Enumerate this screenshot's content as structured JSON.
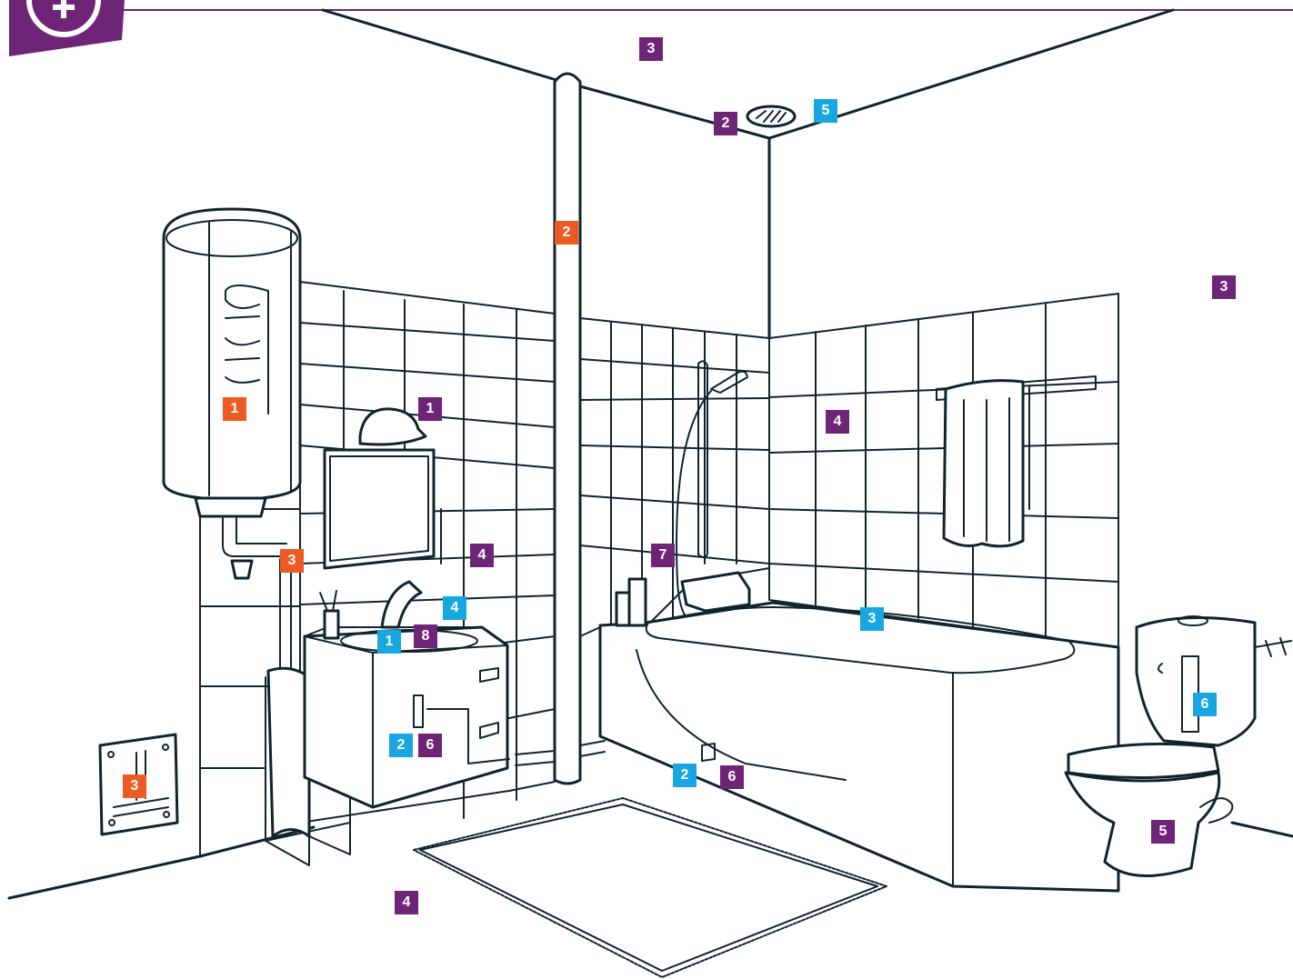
{
  "colors": {
    "line": "#10242e",
    "purple": "#6e2577",
    "orange": "#ee5a24",
    "blue": "#17a6e0",
    "white": "#ffffff"
  },
  "header": {
    "badge_icon": "plus-circle-icon"
  },
  "markers": {
    "purple": [
      {
        "id": "p3-ceiling",
        "label": "3"
      },
      {
        "id": "p2-ceiling",
        "label": "2"
      },
      {
        "id": "p3-right-wall",
        "label": "3"
      },
      {
        "id": "p1-lamp",
        "label": "1"
      },
      {
        "id": "p4-right-tiles",
        "label": "4"
      },
      {
        "id": "p4-left-tiles",
        "label": "4"
      },
      {
        "id": "p7-shower",
        "label": "7"
      },
      {
        "id": "p8-basin",
        "label": "8"
      },
      {
        "id": "p6-sink-siphon",
        "label": "6"
      },
      {
        "id": "p6-bath-siphon",
        "label": "6"
      },
      {
        "id": "p5-toilet",
        "label": "5"
      },
      {
        "id": "p4-floor",
        "label": "4"
      }
    ],
    "orange": [
      {
        "id": "o2-riser",
        "label": "2"
      },
      {
        "id": "o1-heater",
        "label": "1"
      },
      {
        "id": "o3-heater-pipe",
        "label": "3"
      },
      {
        "id": "o3-panel",
        "label": "3"
      }
    ],
    "blue": [
      {
        "id": "b5-vent",
        "label": "5"
      },
      {
        "id": "b4-tiles",
        "label": "4"
      },
      {
        "id": "b1-faucet",
        "label": "1"
      },
      {
        "id": "b2-sink-drain",
        "label": "2"
      },
      {
        "id": "b3-bathtub",
        "label": "3"
      },
      {
        "id": "b2-bath-drain",
        "label": "2"
      },
      {
        "id": "b6-cistern",
        "label": "6"
      }
    ]
  }
}
